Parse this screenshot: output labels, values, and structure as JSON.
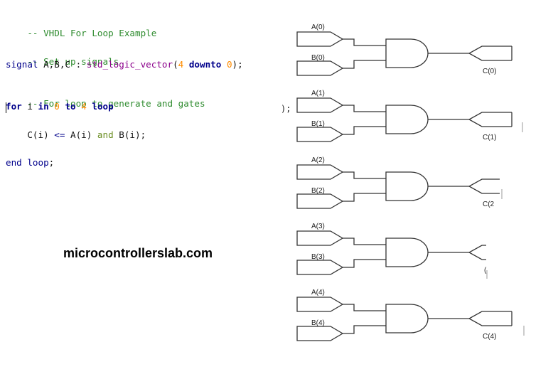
{
  "code_editor": {
    "lines": [
      "-- VHDL For Loop Example",
      "-- Set up signals",
      "signal A,B,C : std_logic_vector(4 downto 0);",
      "-- For loop to generate and gates",
      "for i in 0 to 4 loop",
      "C(i) <= A(i) and B(i);",
      "end loop;"
    ]
  },
  "watermark": "microcontrollerslab.com",
  "stray_text": ");",
  "diagram": {
    "gates": [
      {
        "input_a": "A(0)",
        "input_b": "B(0)",
        "output": "C(0)"
      },
      {
        "input_a": "A(1)",
        "input_b": "B(1)",
        "output": "C(1)"
      },
      {
        "input_a": "A(2)",
        "input_b": "B(2)",
        "output": "C(2"
      },
      {
        "input_a": "A(3)",
        "input_b": "B(3)",
        "output": "("
      },
      {
        "input_a": "A(4)",
        "input_b": "B(4)",
        "output": "C(4)"
      }
    ]
  }
}
